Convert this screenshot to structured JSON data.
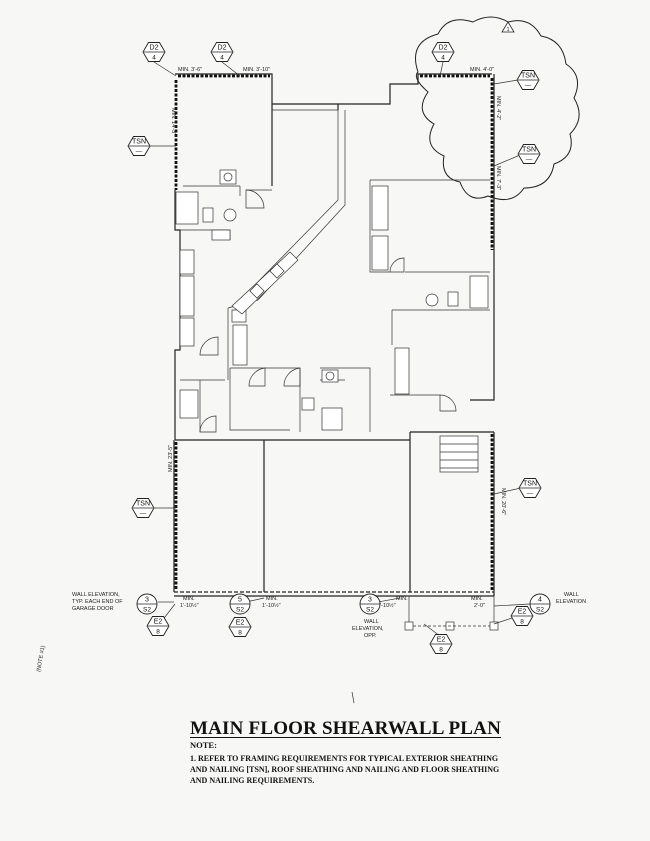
{
  "title": "MAIN FLOOR SHEARWALL PLAN",
  "note_heading": "NOTE:",
  "note_text": "1.  REFER TO FRAMING REQUIREMENTS FOR TYPICAL EXTERIOR SHEATHING AND NAILING [TSN], ROOF SHEATHING AND NAILING AND FLOOR SHEATHING AND NAILING REQUIREMENTS.",
  "markers": {
    "d2_a": {
      "top": "D2",
      "bottom": "4"
    },
    "d2_b": {
      "top": "D2",
      "bottom": "4"
    },
    "d2_c": {
      "top": "D2",
      "bottom": "4"
    },
    "tsn_tl": {
      "top": "TSN",
      "bottom": "—"
    },
    "tsn_r1": {
      "top": "TSN",
      "bottom": "—"
    },
    "tsn_r2": {
      "top": "TSN",
      "bottom": "—"
    },
    "tsn_ml": {
      "top": "TSN",
      "bottom": "—"
    },
    "tsn_mr": {
      "top": "TSN",
      "bottom": "—"
    },
    "sec_3_left": {
      "top": "3",
      "bottom": "S2"
    },
    "sec_5": {
      "top": "5",
      "bottom": "S2"
    },
    "sec_3_mid": {
      "top": "3",
      "bottom": "S2"
    },
    "sec_4": {
      "top": "4",
      "bottom": "S2"
    },
    "e2_a": {
      "top": "E2",
      "bottom": "8"
    },
    "e2_b": {
      "top": "E2",
      "bottom": "8"
    },
    "e2_c": {
      "top": "E2",
      "bottom": "8"
    },
    "e2_d": {
      "top": "E2",
      "bottom": "8"
    }
  },
  "dims": {
    "min_36": "MIN. 3'-6\"",
    "min_310": "MIN. 3'-10\"",
    "min_40": "MIN. 4'-0\"",
    "min_143": "MIN. 14'-3\"",
    "min_42": "MIN. 4'-2\"",
    "min_73": "MIN. 7'-3\"",
    "min_235": "MIN. 23'-5\"",
    "min_206": "MIN. 20'-6\"",
    "gar_1": "1'-10½\"",
    "gar_2": "1'-10½\"",
    "gar_3": "1'-10½\"",
    "gar_4": "2'-0\"",
    "min_a": "MIN.",
    "min_b": "MIN.",
    "min_c": "MIN.",
    "min_d": "MIN."
  },
  "callouts": {
    "wall_elev_left_1": "WALL ELEVATION,",
    "wall_elev_left_2": "TYP. EACH END OF",
    "wall_elev_left_3": "GARAGE DOOR",
    "wall_elev_mid_1": "WALL",
    "wall_elev_mid_2": "ELEVATION,",
    "wall_elev_mid_3": "OPP.",
    "wall_elev_right_1": "WALL",
    "wall_elev_right_2": "ELEVATION",
    "revision": "1",
    "side_note": "(NOTE #1)"
  }
}
